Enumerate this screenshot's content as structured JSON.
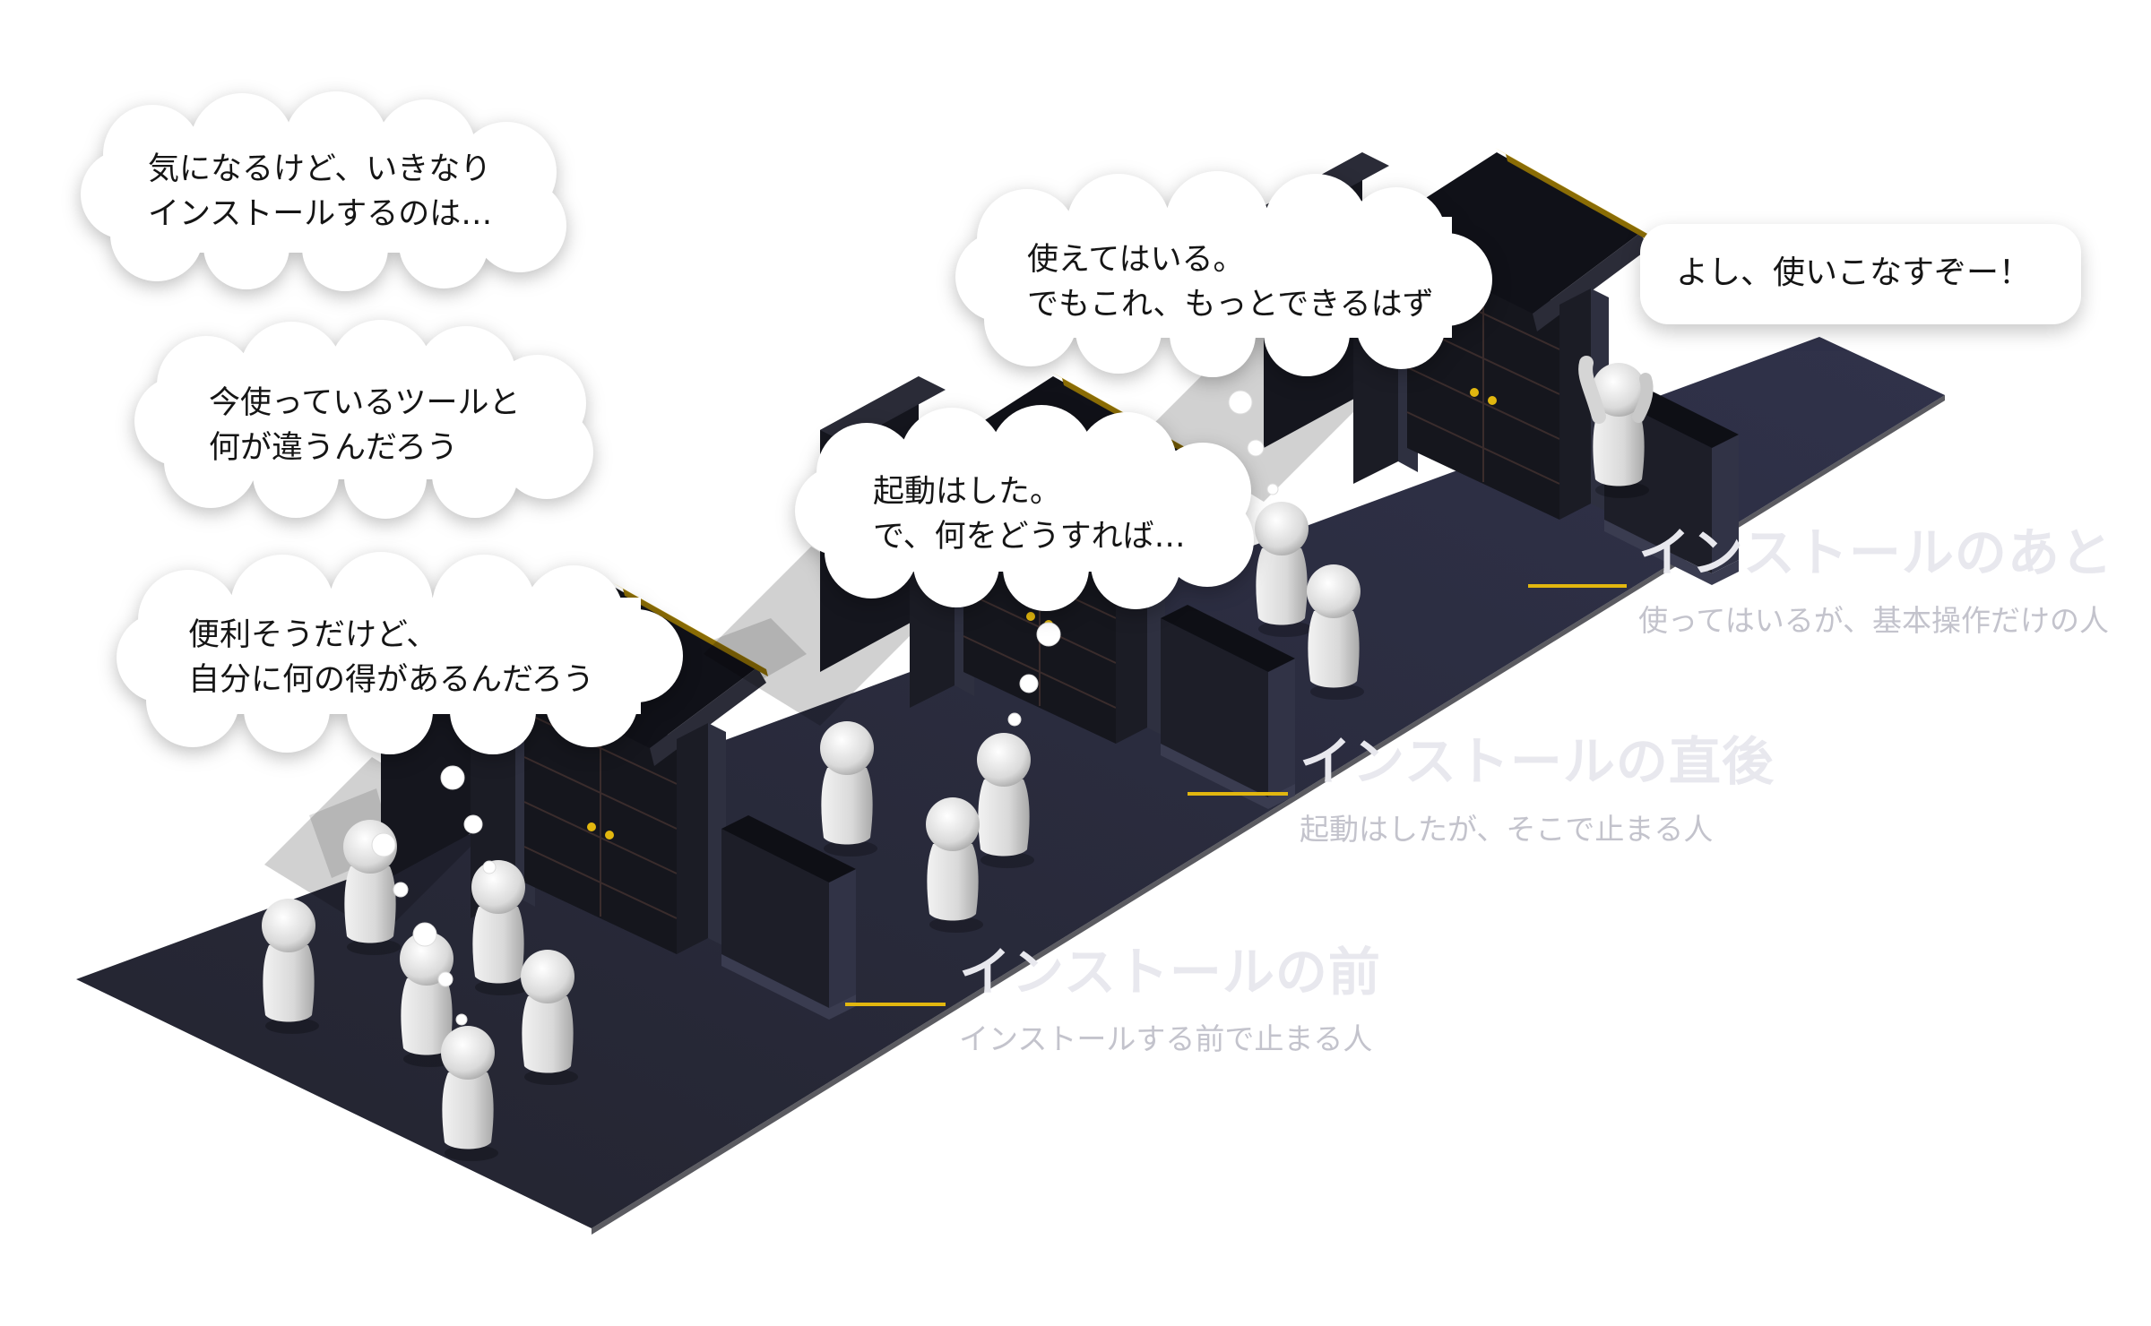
{
  "thoughts": [
    {
      "id": "hesitant-install",
      "lines": [
        "気になるけど、いきなり",
        "インストールするのは…"
      ]
    },
    {
      "id": "compare-tools",
      "lines": [
        "今使っているツールと",
        "何が違うんだろう"
      ]
    },
    {
      "id": "benefit-unclear",
      "lines": [
        "便利そうだけど、",
        "自分に何の得があるんだろう"
      ]
    },
    {
      "id": "launched-what-next",
      "lines": [
        "起動はした。",
        "で、何をどうすれば…"
      ]
    },
    {
      "id": "can-do-more",
      "lines": [
        "使えてはいる。",
        "でもこれ、もっとできるはず"
      ]
    }
  ],
  "speech": {
    "text": "よし、使いこなすぞー！"
  },
  "stages": [
    {
      "title": "インストールの前",
      "subtitle": "インストールする前で止まる人"
    },
    {
      "title": "インストールの直後",
      "subtitle": "起動はしたが、そこで止まる人"
    },
    {
      "title": "インストールのあと",
      "subtitle": "使ってはいるが、基本操作だけの人"
    }
  ],
  "colors": {
    "road": "#2b2d3d",
    "gate": "#1e1f29",
    "accent": "#e2b70f",
    "person": "#dcdcdc",
    "stage_title": "#e8e8ee",
    "stage_subtitle": "#c3c3cc"
  }
}
